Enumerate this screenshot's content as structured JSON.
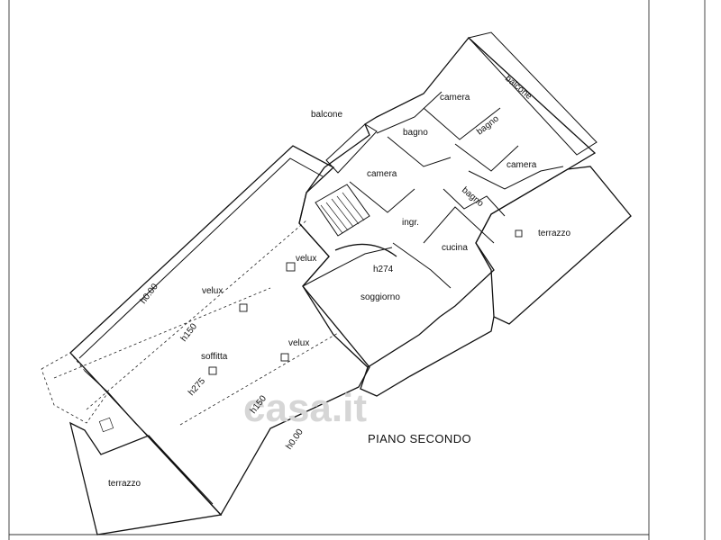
{
  "floor_title": "PIANO SECONDO",
  "watermark": "casa.it",
  "rooms": {
    "balcone_left": "balcone",
    "balcone_right": "balcone",
    "camera_top": "camera",
    "bagno_left": "bagno",
    "bagno_right": "bagno",
    "camera_mid": "camera",
    "camera_right": "camera",
    "bagno_small": "bagno",
    "ingresso": "ingr.",
    "cucina": "cucina",
    "terrazzo_right": "terrazzo",
    "soggiorno": "soggiorno",
    "soffitta": "soffitta",
    "terrazzo_left": "terrazzo"
  },
  "labels": {
    "h274": "h274",
    "h000_upper": "h0.00",
    "h000_lower": "h0.00",
    "h150_upper": "h150",
    "h150_lower": "h150",
    "h275": "h275",
    "velux_1": "velux",
    "velux_2": "velux",
    "velux_3": "velux"
  }
}
